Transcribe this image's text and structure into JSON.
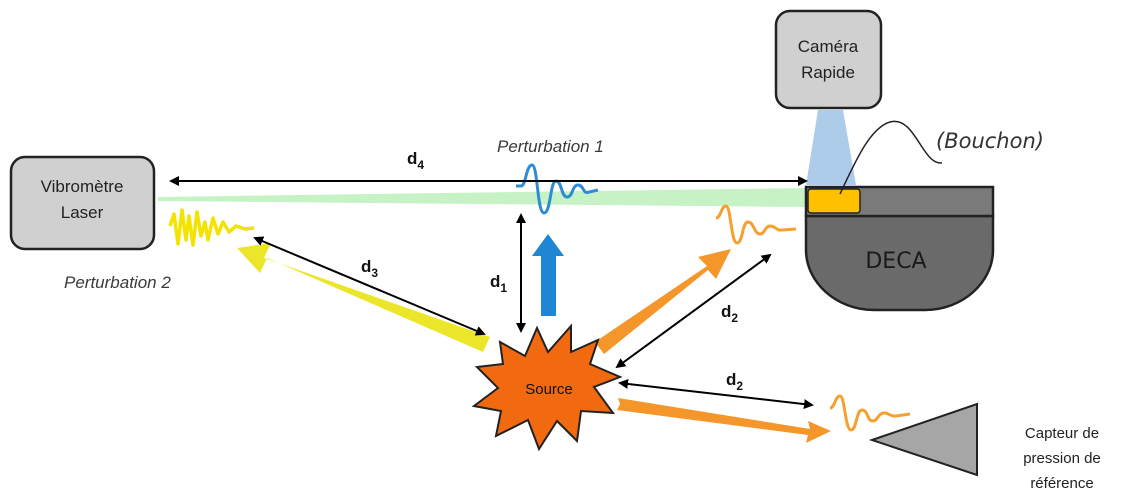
{
  "labels": {
    "camera": [
      "Caméra",
      "Rapide"
    ],
    "vibrometer": [
      "Vibromètre",
      "Laser"
    ],
    "bouchon": "(Bouchon)",
    "deca": "DECA",
    "source": "Source",
    "perturbation_1": "Perturbation 1",
    "perturbation_2": "Perturbation 2",
    "sensor": [
      "Capteur de",
      "pression de",
      "référence"
    ]
  },
  "distances": {
    "d1": {
      "base": "d",
      "sub": "1"
    },
    "d2_deca": {
      "base": "d",
      "sub": "2"
    },
    "d2_sensor": {
      "base": "d",
      "sub": "2"
    },
    "d3": {
      "base": "d",
      "sub": "3"
    },
    "d4": {
      "base": "d",
      "sub": "4"
    }
  },
  "colors": {
    "box_fill": "#d0d0d0",
    "deca_top": "#7a7a7a",
    "deca_body": "#6a6a6a",
    "bouchon": "#ffc000",
    "camera_beam": "#9dc3e6",
    "laser_beam": "#c6f2c6",
    "wave_blue": "#2e8bd6",
    "wave_yellow": "#f2e400",
    "wave_orange": "#f5a030",
    "arrow_orange": "#f5962a",
    "arrow_yellow": "#ece62a",
    "arrow_blue": "#1f86d4",
    "source_fill": "#f26a10",
    "sensor_fill": "#a6a6a6"
  }
}
